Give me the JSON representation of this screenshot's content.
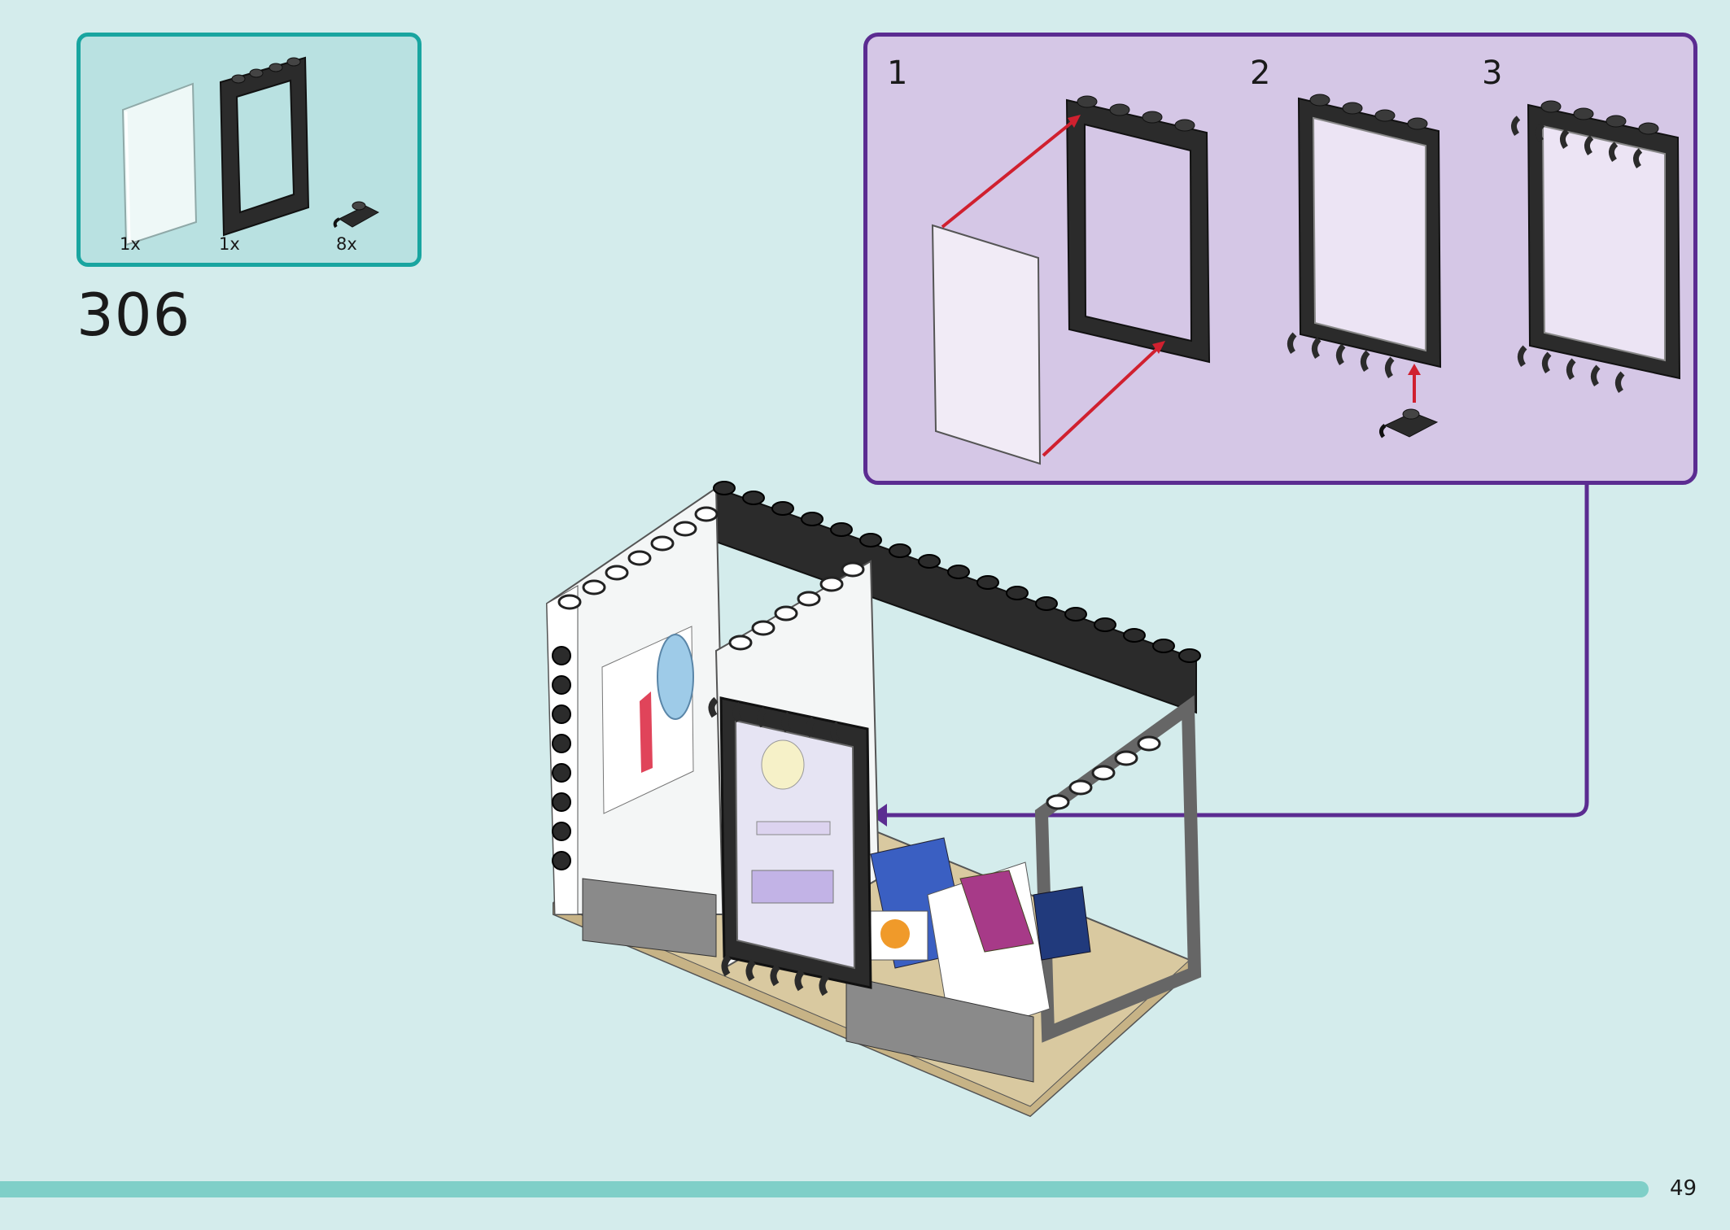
{
  "parts": [
    {
      "name": "transparent glass pane",
      "qty": "1x"
    },
    {
      "name": "black window frame",
      "qty": "1x"
    },
    {
      "name": "black plate with clip",
      "qty": "8x"
    }
  ],
  "step": {
    "number": "306"
  },
  "substeps": [
    {
      "label": "1"
    },
    {
      "label": "2"
    },
    {
      "label": "3"
    }
  ],
  "page": {
    "number": "49"
  },
  "colors": {
    "background": "#d4ecec",
    "parts_border": "#19a5a0",
    "substeps_border": "#5b2c91",
    "arrow_red": "#d0202f",
    "callout_line": "#5b2c91",
    "progress": "#7fcfc8"
  },
  "progress": {
    "fraction": 0.953
  }
}
